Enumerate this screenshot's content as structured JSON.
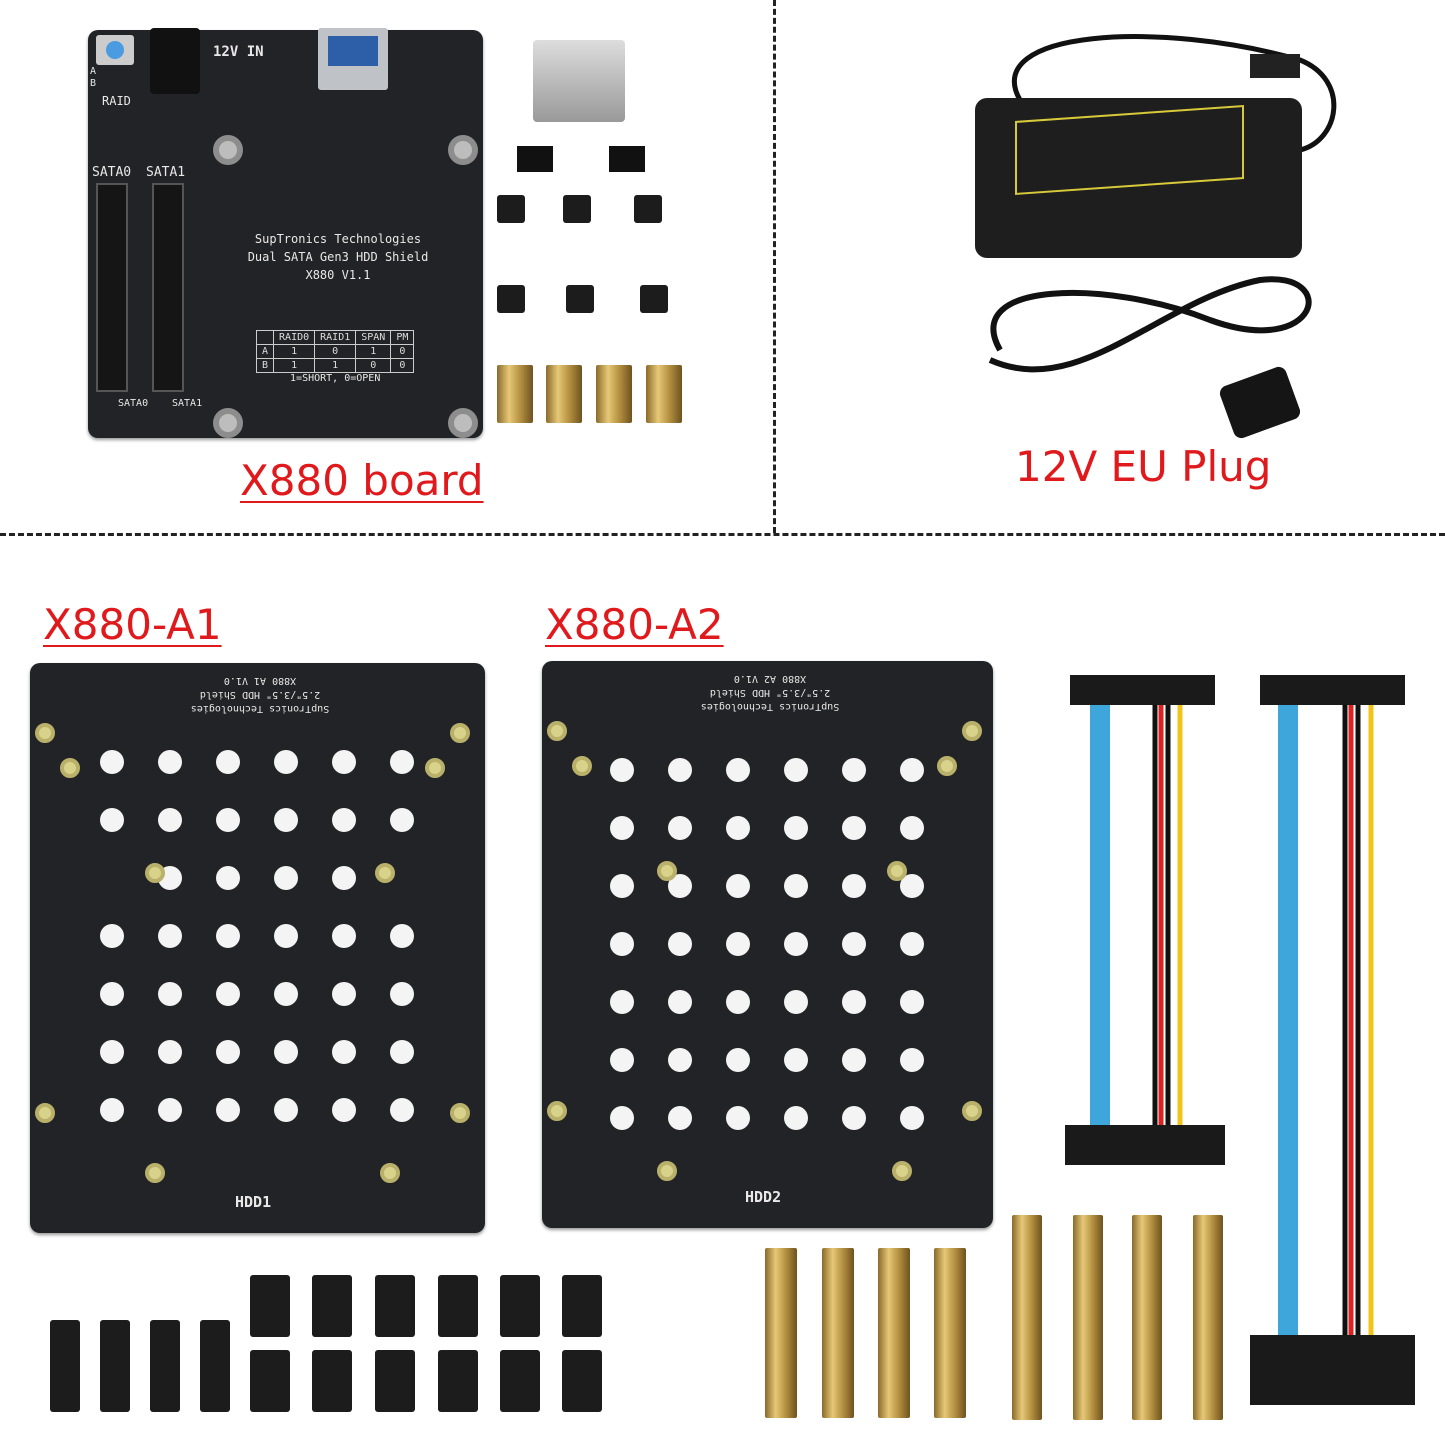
{
  "labels": {
    "board": "X880 board",
    "plug": "12V EU Plug",
    "a1": "X880-A1",
    "a2": "X880-A2"
  },
  "board": {
    "power_in": "12V IN",
    "jumper_a": "A",
    "jumper_b": "B",
    "raid": "RAID",
    "sata0": "SATA0",
    "sata1": "SATA1",
    "line1": "SupTronics Technologies",
    "line2": "Dual SATA Gen3 HDD Shield",
    "line3": "X880 V1.1",
    "led_sata0": "SATA0",
    "led_sata1": "SATA1",
    "table": {
      "headers": [
        "",
        "RAID0",
        "RAID1",
        "SPAN",
        "PM"
      ],
      "rows": [
        [
          "A",
          "1",
          "0",
          "1",
          "0"
        ],
        [
          "B",
          "1",
          "1",
          "0",
          "0"
        ]
      ],
      "note": "1=SHORT, 0=OPEN"
    }
  },
  "plate_a1": {
    "text1": "SupTronics Technologies",
    "text2": "2.5\"/3.5\" HDD Shield",
    "text3": "X880 A1 V1.0",
    "hdd": "HDD1"
  },
  "plate_a2": {
    "text1": "SupTronics Technologies",
    "text2": "2.5\"/3.5\" HDD Shield",
    "text3": "X880 A2 V1.0",
    "hdd": "HDD2"
  },
  "colors": {
    "label_red": "#e0191c",
    "pcb": "#222326",
    "sata_blue": "#3ea6db"
  }
}
